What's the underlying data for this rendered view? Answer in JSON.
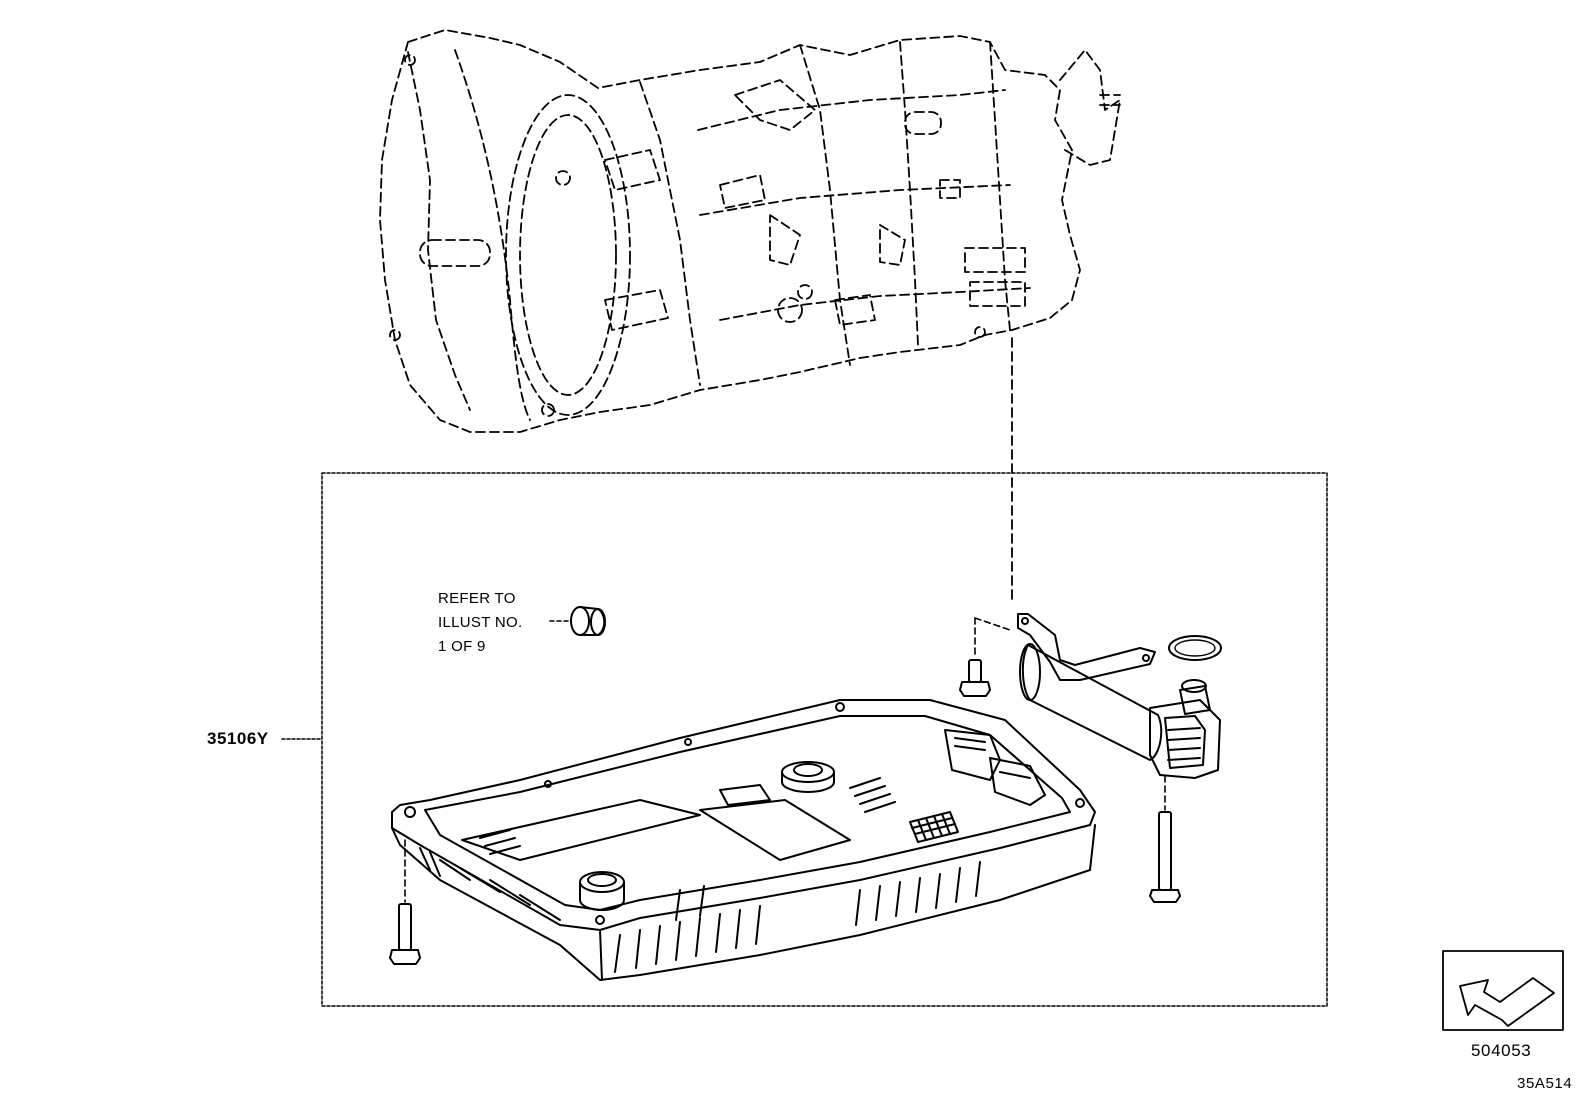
{
  "diagram": {
    "note": {
      "line1": "REFER TO",
      "line2": "ILLUST NO.",
      "line3": "1 OF 9"
    },
    "callout_part": "35106Y",
    "direction_box_number": "504053",
    "illustration_code": "35A514"
  },
  "colors": {
    "line": "#000000",
    "background": "#ffffff"
  },
  "icons": {
    "front_arrow": "front-direction-arrow-icon"
  }
}
